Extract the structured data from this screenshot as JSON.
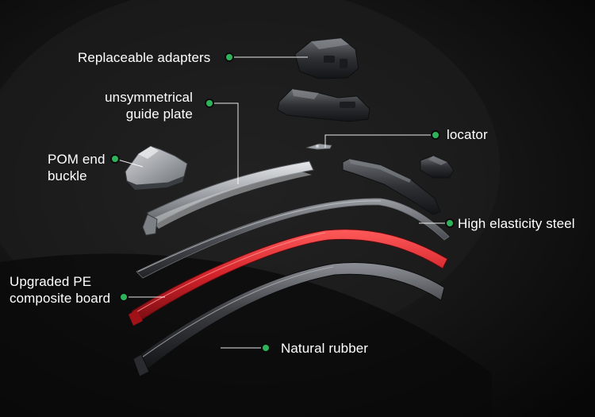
{
  "image": {
    "background_color": "#0b0b0b",
    "accent_color": "#2fb35a",
    "component_colors": {
      "metal": "#a9adb2",
      "steel": "#4a4d52",
      "composite_board": "#d2232a",
      "rubber": "#2a2b2e",
      "plastic": "#2e3034"
    }
  },
  "labels": {
    "replaceable_adapters": "Replaceable adapters",
    "guide_plate_line1": "unsymmetrical",
    "guide_plate_line2": "guide plate",
    "pom_line1": "POM end",
    "pom_line2": "buckle",
    "locator": "locator",
    "elastic_steel": "High elasticity steel",
    "pe_line1": "Upgraded PE",
    "pe_line2": "composite board",
    "natural_rubber": "Natural rubber"
  }
}
